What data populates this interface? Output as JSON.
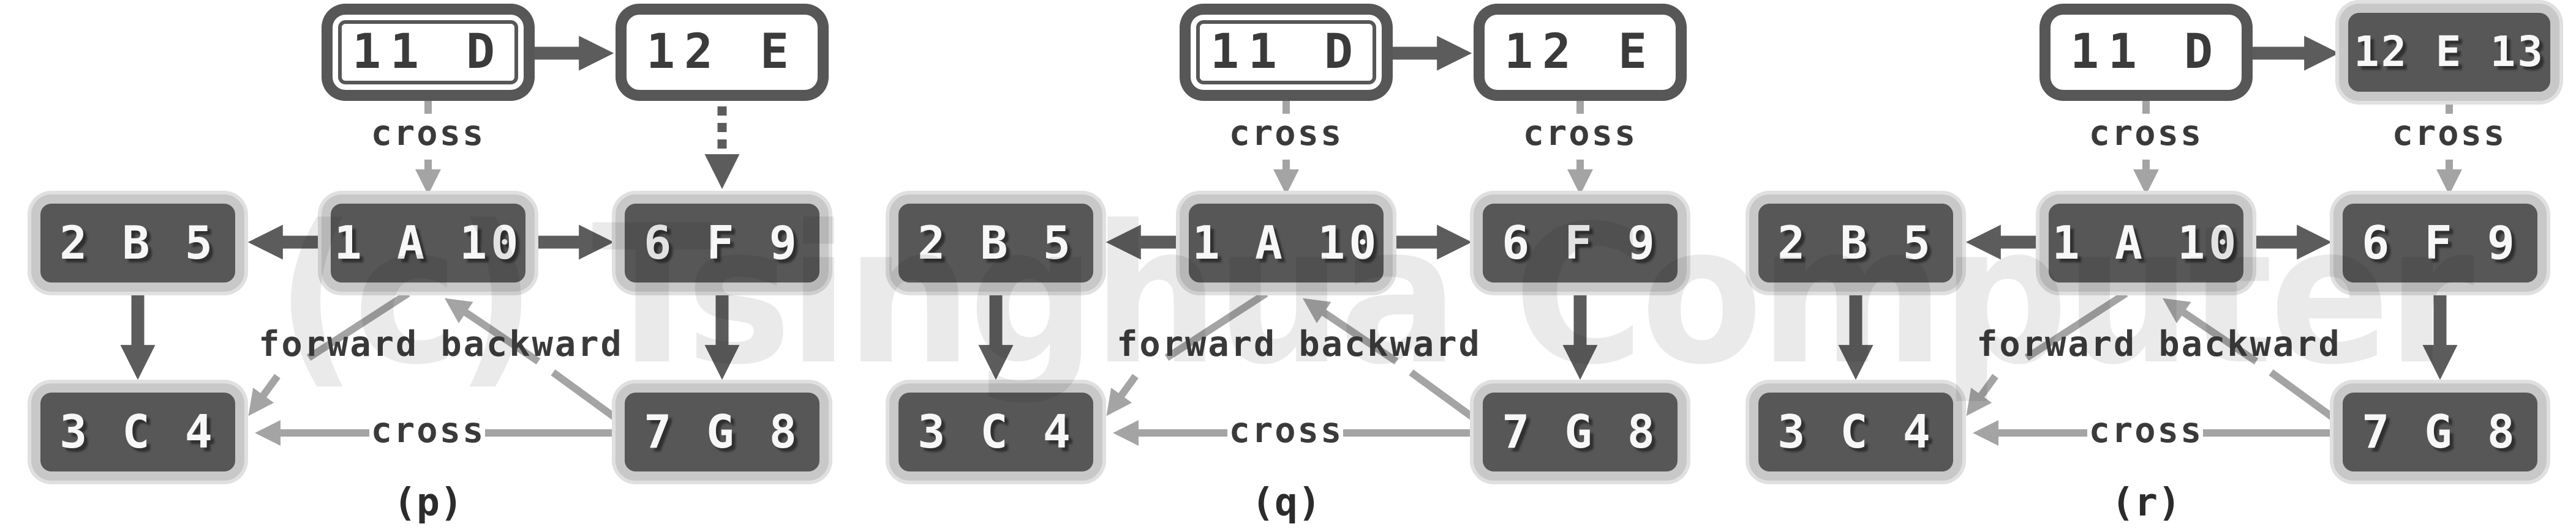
{
  "figure": {
    "watermark": "(c) Tsinghua Computer",
    "colors": {
      "node_fill_done": "#575757",
      "node_border_done": "#c8c8c8",
      "node_border_open": "#575757",
      "node_text_done": "#f7f7f7",
      "node_text_open": "#3b3b3b",
      "tree_edge_arrow": "#5c5c5c",
      "classified_edge_arrow": "#a4a4a4",
      "edge_label_text": "#3a3a3a",
      "watermark_text": "#eaeaea",
      "background": "#ffffff"
    },
    "panels": [
      {
        "caption": "(p)",
        "nodes": {
          "D": "11 D",
          "E": "12 E",
          "B": "2 B 5",
          "A": "1 A 10",
          "F": "6 F 9",
          "C": "3 C 4",
          "G": "7 G 8"
        },
        "node_status": {
          "D": "discovered-double-outline",
          "E": "discovered",
          "A": "finished",
          "B": "finished",
          "C": "finished",
          "F": "finished",
          "G": "finished"
        },
        "edge_labels": {
          "d_to_a": "cross",
          "forward": "forward",
          "backward": "backward",
          "g_to_c": "cross"
        },
        "e_to_f_edge_style": "dashed-being-explored"
      },
      {
        "caption": "(q)",
        "nodes": {
          "D": "11 D",
          "E": "12 E",
          "B": "2 B 5",
          "A": "1 A 10",
          "F": "6 F 9",
          "C": "3 C 4",
          "G": "7 G 8"
        },
        "node_status": {
          "D": "discovered-double-outline",
          "E": "discovered",
          "A": "finished",
          "B": "finished",
          "C": "finished",
          "F": "finished",
          "G": "finished"
        },
        "edge_labels": {
          "d_to_a": "cross",
          "e_to_f": "cross",
          "forward": "forward",
          "backward": "backward",
          "g_to_c": "cross"
        },
        "e_to_f_edge_style": "labeled-cross"
      },
      {
        "caption": "(r)",
        "nodes": {
          "D": "11 D",
          "E": "12 E 13",
          "B": "2 B 5",
          "A": "1 A 10",
          "F": "6 F 9",
          "C": "3 C 4",
          "G": "7 G 8"
        },
        "node_status": {
          "D": "discovered",
          "E": "finished",
          "A": "finished",
          "B": "finished",
          "C": "finished",
          "F": "finished",
          "G": "finished"
        },
        "edge_labels": {
          "d_to_a": "cross",
          "e_to_f": "cross",
          "forward": "forward",
          "backward": "backward",
          "g_to_c": "cross"
        },
        "e_to_f_edge_style": "labeled-cross"
      }
    ]
  }
}
